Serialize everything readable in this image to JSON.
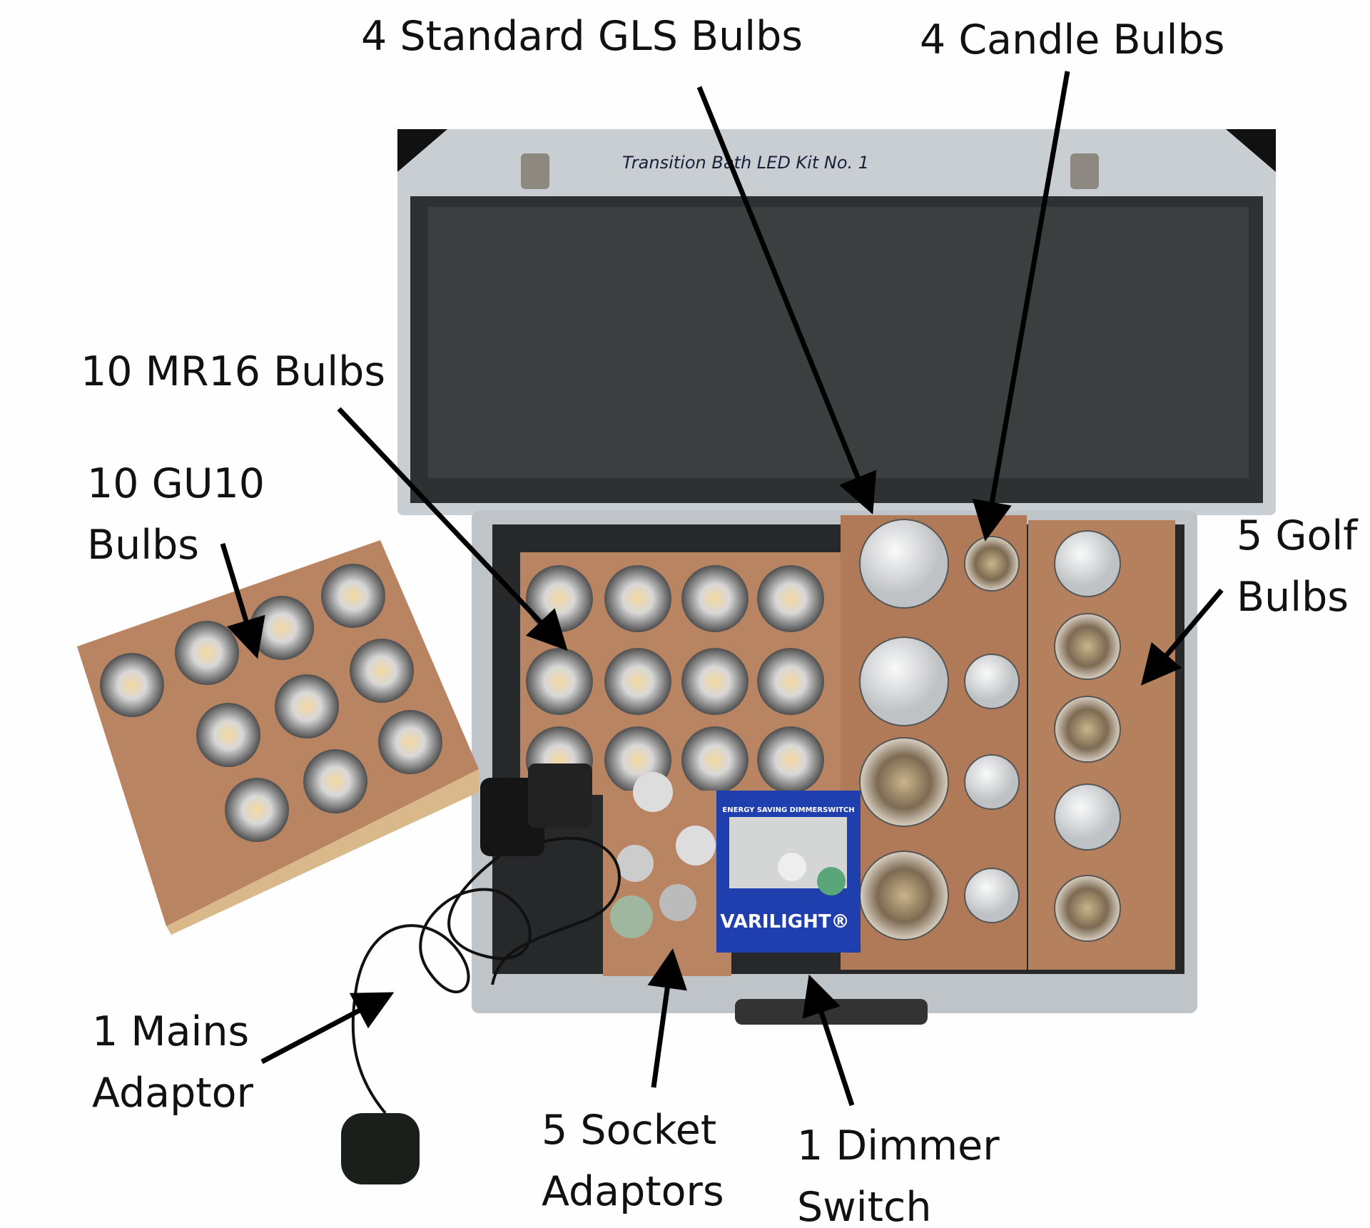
{
  "labels": {
    "gls": "4 Standard GLS Bulbs",
    "candle": "4 Candle Bulbs",
    "mr16": "10 MR16 Bulbs",
    "gu10": [
      "10 GU10",
      "Bulbs"
    ],
    "golf": [
      "5 Golf",
      "Bulbs"
    ],
    "mains": [
      "1 Mains",
      "Adaptor"
    ],
    "socket": [
      "5 Socket",
      "Adaptors"
    ],
    "dimmer": [
      "1 Dimmer",
      "Switch"
    ]
  },
  "case_lid_text": "Transition Bath LED Kit No. 1",
  "dimmer_box": {
    "heading": "ENERGY SAVING DIMMERSWITCH",
    "brand": "VARILIGHT®"
  },
  "colors": {
    "wood": "#b98461",
    "case_interior": "#2e3132",
    "aluminium": "#c9ced2",
    "box_blue": "#1f3fae"
  }
}
